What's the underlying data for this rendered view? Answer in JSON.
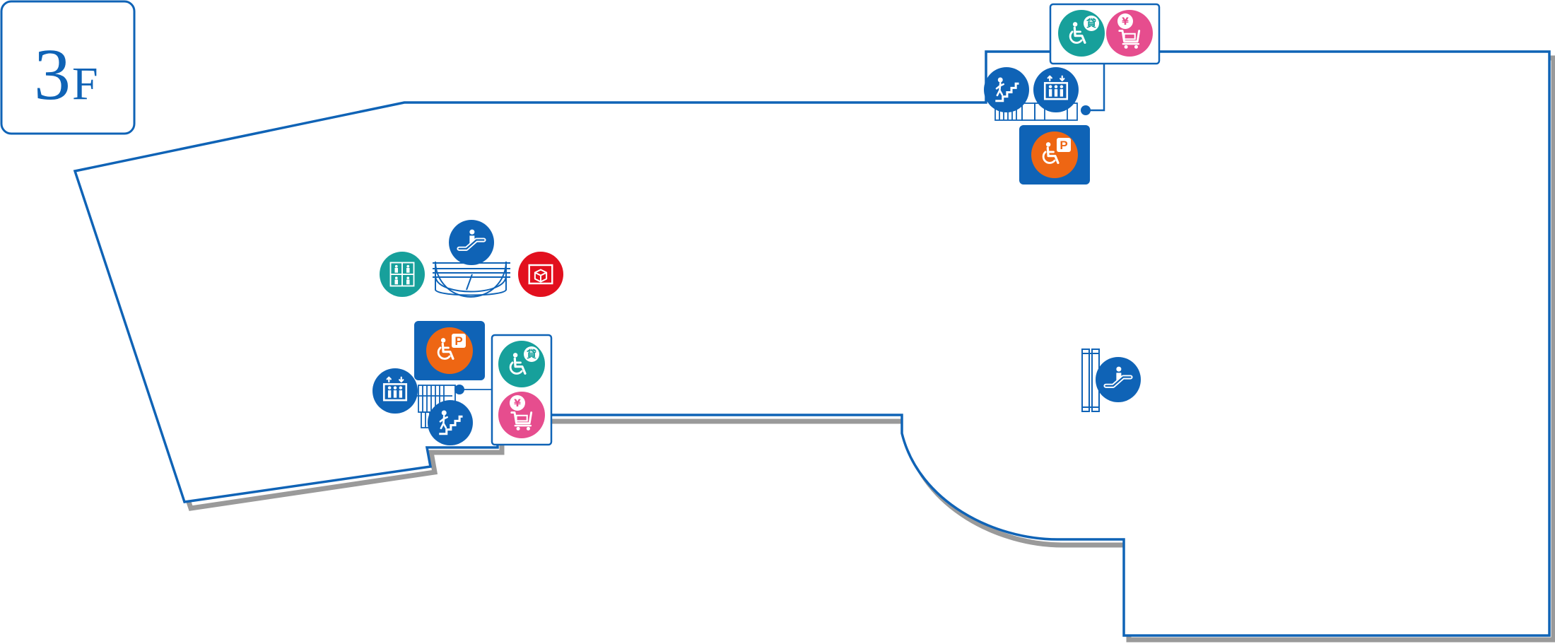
{
  "floor": {
    "number": "3",
    "suffix": "F"
  },
  "glyphs": {
    "yen": "¥",
    "rent": "貸",
    "parking": "P"
  },
  "colors": {
    "wall": "#0f63b6",
    "shadow": "#9a9a9a",
    "navy": "#0f63b6",
    "teal": "#17a09b",
    "pink": "#e64d8e",
    "orange": "#ee6613",
    "red": "#e2101e",
    "background": "#ffffff"
  },
  "facilities": [
    {
      "name": "escalator-west",
      "icon": "escalator-icon",
      "color": "navy"
    },
    {
      "name": "elevator-hall-west",
      "icon": "elevator-hall-icon",
      "color": "teal"
    },
    {
      "name": "delivery-counter",
      "icon": "delivery-box-icon",
      "color": "red"
    },
    {
      "name": "accessible-parking-west",
      "icon": "accessible-parking-icon",
      "color": "orange"
    },
    {
      "name": "elevator-west",
      "icon": "elevator-icon",
      "color": "navy"
    },
    {
      "name": "stairs-west",
      "icon": "stairs-icon",
      "color": "navy"
    },
    {
      "name": "wheelchair-rental-west",
      "icon": "wheelchair-rental-icon",
      "color": "teal"
    },
    {
      "name": "cart-rental-west",
      "icon": "cart-rental-icon",
      "color": "pink"
    },
    {
      "name": "stairs-north",
      "icon": "stairs-icon",
      "color": "navy"
    },
    {
      "name": "elevator-north",
      "icon": "elevator-icon",
      "color": "navy"
    },
    {
      "name": "wheelchair-rental-north",
      "icon": "wheelchair-rental-icon",
      "color": "teal"
    },
    {
      "name": "cart-rental-north",
      "icon": "cart-rental-icon",
      "color": "pink"
    },
    {
      "name": "accessible-parking-north",
      "icon": "accessible-parking-icon",
      "color": "orange"
    },
    {
      "name": "escalator-east",
      "icon": "escalator-icon",
      "color": "navy"
    }
  ]
}
